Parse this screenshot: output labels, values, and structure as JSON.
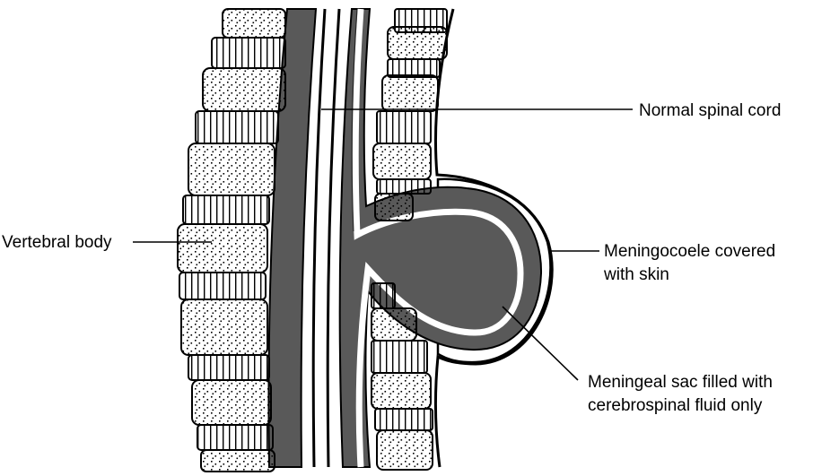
{
  "diagram": {
    "labels": {
      "spinal_cord": "Normal spinal cord",
      "vertebral_body": "Vertebral body",
      "meningocoele_line1": "Meningocoele covered",
      "meningocoele_line2": "with skin",
      "sac_line1": "Meningeal sac filled with",
      "sac_line2": "cerebrospinal fluid only"
    },
    "colors": {
      "outline": "#000000",
      "fluid": "#595959",
      "background": "#ffffff"
    }
  }
}
